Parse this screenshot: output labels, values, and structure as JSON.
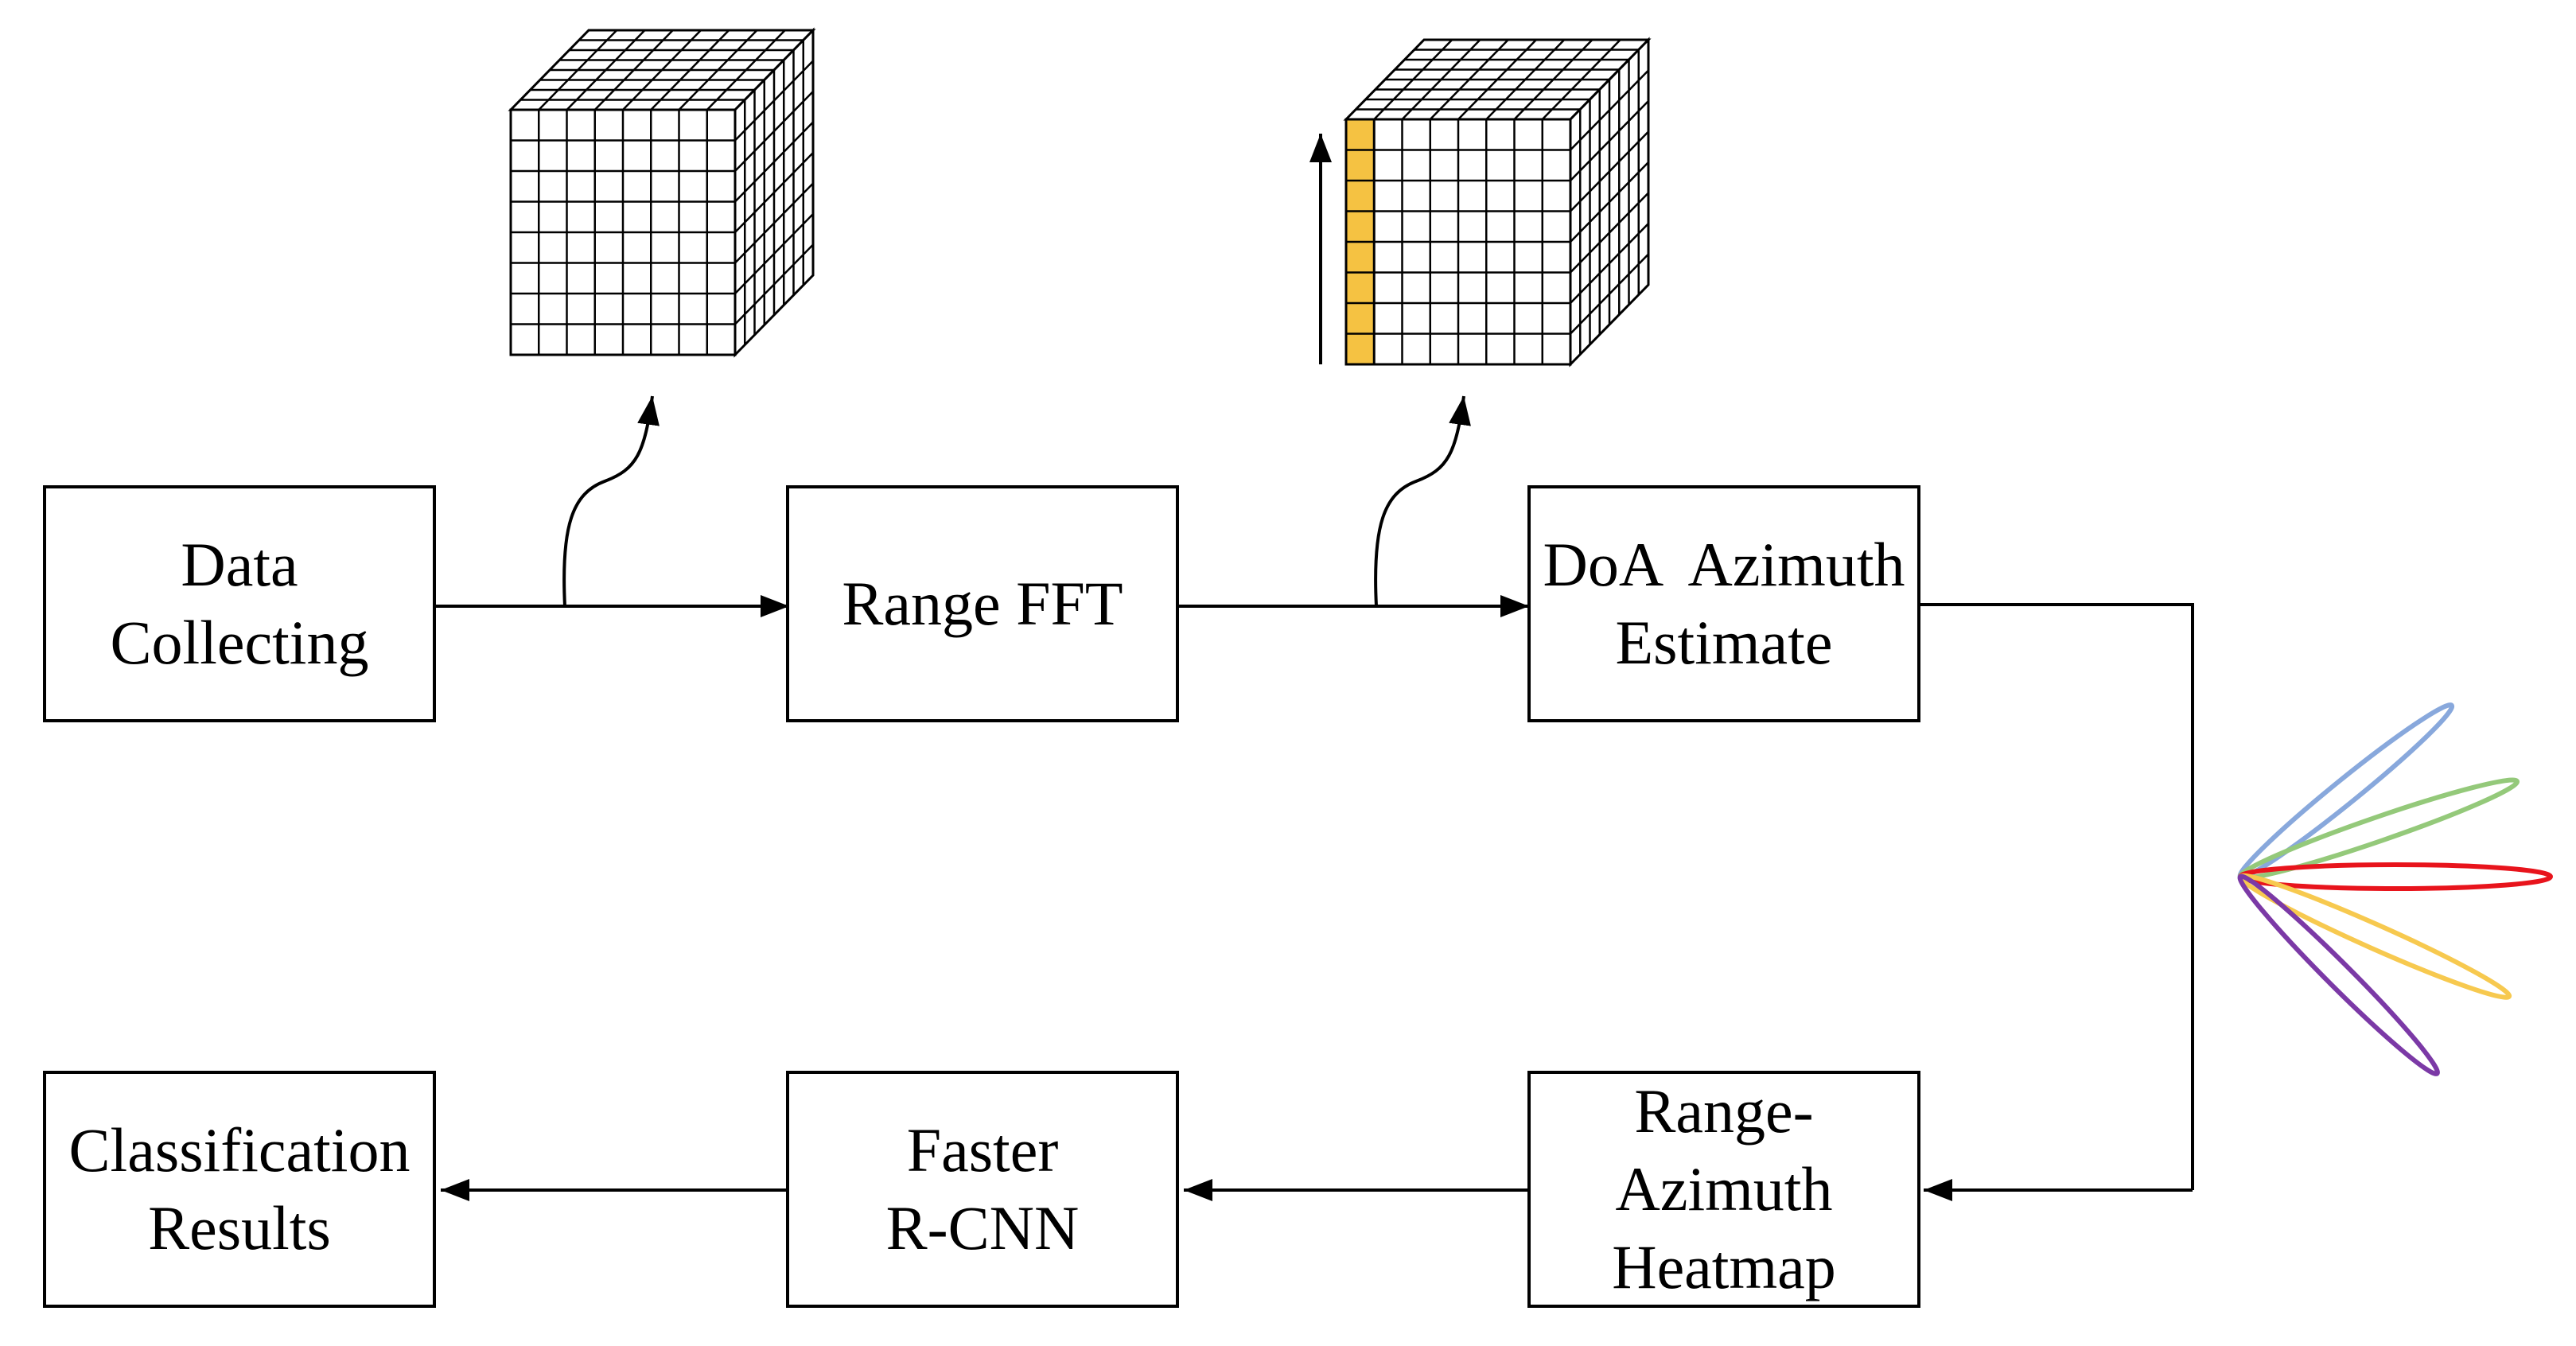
{
  "blocks": {
    "data_collecting": [
      "Data",
      "Collecting"
    ],
    "range_fft": [
      "Range FFT"
    ],
    "doa": [
      "DoA  Azimuth",
      "Estimate"
    ],
    "heatmap": [
      "Range-",
      "Azimuth",
      "Heatmap"
    ],
    "faster_rcnn": [
      "Faster",
      "R-CNN"
    ],
    "classification": [
      "Classification",
      "Results"
    ]
  },
  "cube": {
    "cols": 8,
    "rows": 8,
    "depth": 8
  },
  "colors": {
    "stroke": "#000000",
    "highlight": "#f5c242",
    "lobes": [
      "#88a8dc",
      "#94c97a",
      "#e8141c",
      "#f7c94f",
      "#7b39a6"
    ]
  }
}
